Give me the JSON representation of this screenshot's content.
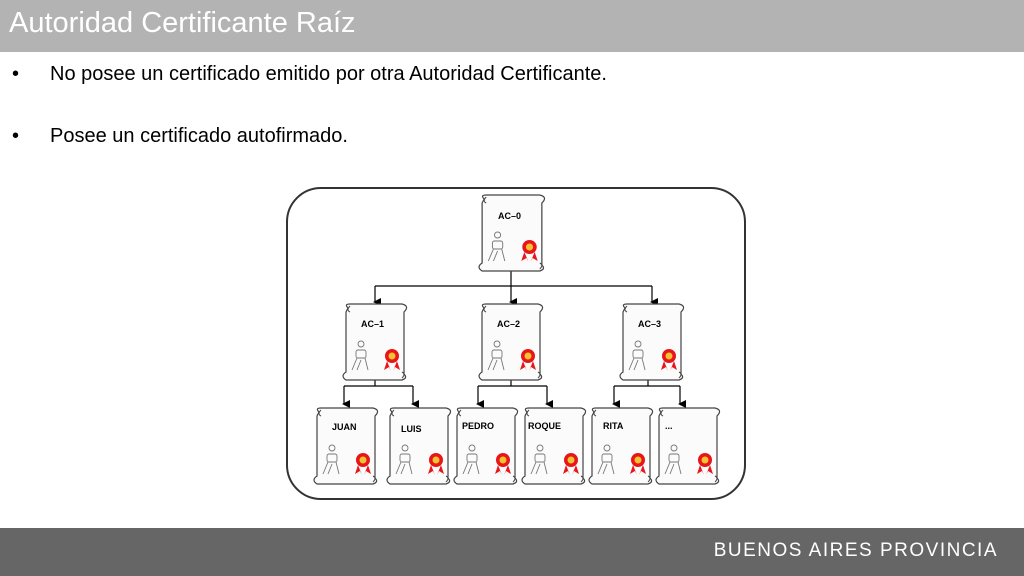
{
  "header": {
    "title": "Autoridad Certificante Raíz"
  },
  "bullets": [
    {
      "marker": "•",
      "text": "No posee un certificado emitido por otra Autoridad Certificante."
    },
    {
      "marker": "•",
      "text": "Posee un certificado autofirmado."
    }
  ],
  "diagram": {
    "root": {
      "label": "AC–0"
    },
    "intermediates": [
      {
        "label": "AC–1"
      },
      {
        "label": "AC–2"
      },
      {
        "label": "AC–3"
      }
    ],
    "leaves": [
      {
        "label": "JUAN"
      },
      {
        "label": "LUIS"
      },
      {
        "label": "PEDRO"
      },
      {
        "label": "ROQUE"
      },
      {
        "label": "RITA"
      },
      {
        "label": "..."
      }
    ],
    "colors": {
      "seal": "#e8161b",
      "seal_center": "#f2c230",
      "frame": "#333333"
    }
  },
  "footer": {
    "brand": "BUENOS AIRES PROVINCIA"
  }
}
